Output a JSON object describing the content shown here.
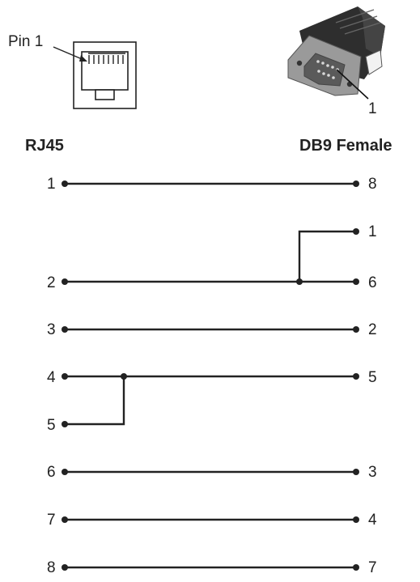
{
  "rj45": {
    "pin1_label": "Pin 1",
    "heading": "RJ45"
  },
  "db9": {
    "pin_label": "1",
    "heading": "DB9 Female"
  },
  "wiring": {
    "left_pins": [
      "1",
      "2",
      "3",
      "4",
      "5",
      "6",
      "7",
      "8"
    ],
    "right_pins": [
      "8",
      "1",
      "6",
      "2",
      "5",
      "3",
      "4",
      "7"
    ],
    "connections": [
      {
        "rj45": "1",
        "db9": "8"
      },
      {
        "rj45": "2",
        "db9": "6"
      },
      {
        "rj45": "2",
        "db9": "1"
      },
      {
        "rj45": "3",
        "db9": "2"
      },
      {
        "rj45": "4",
        "db9": "5"
      },
      {
        "rj45": "5",
        "db9": "5"
      },
      {
        "rj45": "6",
        "db9": "3"
      },
      {
        "rj45": "7",
        "db9": "4"
      },
      {
        "rj45": "8",
        "db9": "7"
      }
    ]
  },
  "colors": {
    "line": "#222222",
    "connector_dark": "#2e2e2e",
    "connector_light": "#9a9a9a"
  }
}
